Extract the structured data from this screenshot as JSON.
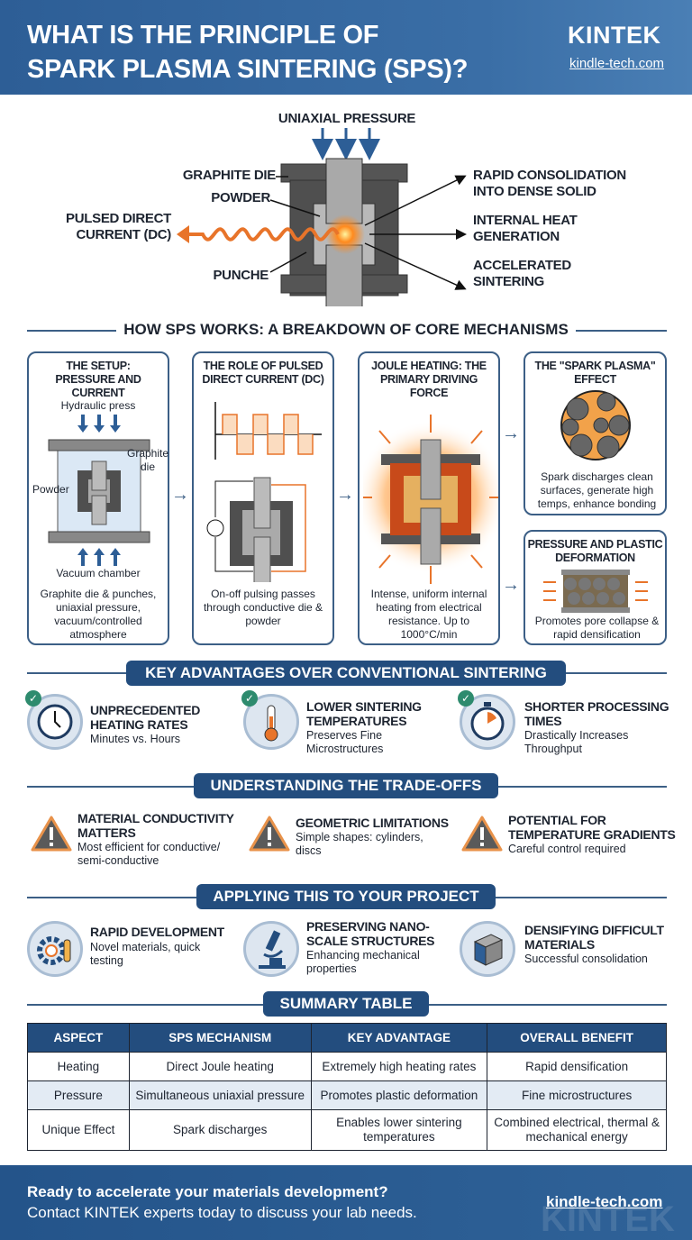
{
  "header": {
    "title_line1": "WHAT IS THE PRINCIPLE OF",
    "title_line2": "SPARK PLASMA SINTERING (SPS)?",
    "logo": "KINTEK",
    "site": "kindle-tech.com"
  },
  "hero": {
    "pressure": "UNIAXIAL PRESSURE",
    "die": "GRAPHITE DIE",
    "powder": "POWDER",
    "current": "PULSED DIRECT\nCURRENT (DC)",
    "punche": "PUNCHE",
    "out1": "RAPID CONSOLIDATION\nINTO DENSE SOLID",
    "out2": "INTERNAL HEAT\nGENERATION",
    "out3": "ACCELERATED\nSINTERING"
  },
  "how": {
    "title": "HOW SPS WORKS: A BREAKDOWN OF CORE MECHANISMS",
    "cards": [
      {
        "title": "THE SETUP:\nPRESSURE AND CURRENT",
        "desc": "Graphite die & punches, uniaxial pressure, vacuum/controlled atmosphere",
        "l1": "Hydraulic press",
        "l2": "Graphite\ndie",
        "l3": "Powder",
        "l4": "Vacuum chamber"
      },
      {
        "title": "THE ROLE OF PULSED\nDIRECT CURRENT (DC)",
        "desc": "On-off pulsing passes through conductive die & powder"
      },
      {
        "title": "JOULE HEATING: THE\nPRIMARY DRIVING\nFORCE",
        "desc": "Intense, uniform internal heating from electrical resistance. Up to 1000°C/min"
      },
      {
        "title": "THE \"SPARK PLASMA\"\nEFFECT",
        "desc": "Spark discharges clean surfaces, generate high temps, enhance bonding"
      },
      {
        "title": "PRESSURE AND PLASTIC\nDEFORMATION",
        "desc": "Promotes pore collapse & rapid densification"
      }
    ]
  },
  "advantages": {
    "title": "KEY ADVANTAGES OVER CONVENTIONAL SINTERING",
    "items": [
      {
        "icon": "clock-icon",
        "title": "UNPRECEDENTED\nHEATING RATES",
        "desc": "Minutes vs. Hours"
      },
      {
        "icon": "thermometer-icon",
        "title": "LOWER SINTERING\nTEMPERATURES",
        "desc": "Preserves Fine\nMicrostructures"
      },
      {
        "icon": "stopwatch-icon",
        "title": "SHORTER PROCESSING\nTIMES",
        "desc": "Drastically Increases\nThroughput"
      }
    ]
  },
  "tradeoffs": {
    "title": "UNDERSTANDING THE TRADE-OFFS",
    "items": [
      {
        "icon": "warning-icon",
        "title": "MATERIAL CONDUCTIVITY\nMATTERS",
        "desc": "Most efficient for conductive/\nsemi-conductive"
      },
      {
        "icon": "warning-icon",
        "title": "GEOMETRIC LIMITATIONS",
        "desc": "Simple shapes: cylinders,\ndiscs"
      },
      {
        "icon": "warning-icon",
        "title": "POTENTIAL FOR\nTEMPERATURE GRADIENTS",
        "desc": "Careful control required"
      }
    ]
  },
  "applying": {
    "title": "APPLYING THIS TO YOUR PROJECT",
    "items": [
      {
        "icon": "gear-flask-icon",
        "title": "RAPID DEVELOPMENT",
        "desc": "Novel materials, quick\ntesting"
      },
      {
        "icon": "microscope-icon",
        "title": "PRESERVING NANO-\nSCALE STRUCTURES",
        "desc": "Enhancing mechanical\nproperties"
      },
      {
        "icon": "cube-icon",
        "title": "DENSIFYING DIFFICULT\nMATERIALS",
        "desc": "Successful consolidation"
      }
    ]
  },
  "summary": {
    "title": "SUMMARY TABLE",
    "headers": [
      "ASPECT",
      "SPS MECHANISM",
      "KEY ADVANTAGE",
      "OVERALL BENEFIT"
    ],
    "rows": [
      [
        "Heating",
        "Direct Joule heating",
        "Extremely high heating rates",
        "Rapid densification"
      ],
      [
        "Pressure",
        "Simultaneous uniaxial pressure",
        "Promotes plastic deformation",
        "Fine microstructures"
      ],
      [
        "Unique Effect",
        "Spark discharges",
        "Enables lower sintering temperatures",
        "Combined electrical, thermal & mechanical energy"
      ]
    ]
  },
  "footer": {
    "line1": "Ready to accelerate your materials development?",
    "line2": "Contact KINTEK experts today to discuss your lab needs.",
    "site": "kindle-tech.com",
    "watermark": "KINTEK"
  },
  "colors": {
    "brand": "#234d7e",
    "accent": "#e8742a",
    "check": "#2e8b6e"
  }
}
